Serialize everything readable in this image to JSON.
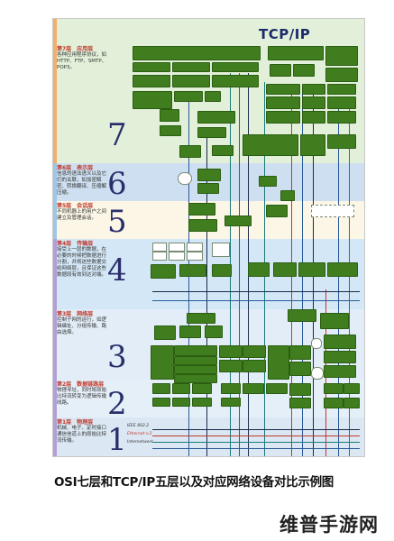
{
  "diagram": {
    "title": "TCP/IP",
    "layers": [
      {
        "id": "l7",
        "label": "第7层　应用层",
        "desc": "各种应用程序协议，如HTTP、FTP、SMTP、POP3。",
        "num": "7",
        "color": "#dbeed2"
      },
      {
        "id": "l6",
        "label": "第6层　表示层",
        "desc": "信息的语法语义以及它们的关联，如加密解密、转换翻译、压缩解压缩。",
        "num": "6",
        "color": "#cfe0ef"
      },
      {
        "id": "l5",
        "label": "第5层　会话层",
        "desc": "不同机器上的用户之间建立及管理会话。",
        "num": "5",
        "color": "#fdf7e4"
      },
      {
        "id": "l4",
        "label": "第4层　传输层",
        "desc": "接受上一层的数据，在必要的时候把数据进行分割，并将这些数据交给网络层，且保证这些数据段有效到达对端。",
        "num": "4",
        "color": "#d6e9f5"
      },
      {
        "id": "l3",
        "label": "第3层　网络层",
        "desc": "控制子网的运行，如逻辑编址、分组传输、路由选择。",
        "num": "3",
        "color": "#e1ecf6"
      },
      {
        "id": "l2",
        "label": "第2层　数据链路层",
        "desc": "物理寻址，同时将原始比特流转变为逻辑传输线路。",
        "num": "2",
        "color": "#e3eef7"
      },
      {
        "id": "l1",
        "label": "第1层　物理层",
        "desc": "机械、电子、定时接口通信信道上的原始比特流传输。",
        "num": "1",
        "color": "#dde9f4"
      }
    ],
    "bottom_labels": [
      "IEEE 802.2",
      "Ethernet v.2",
      "Internetwork"
    ]
  },
  "caption": "OSI七层和TCP/IP五层以及对应网络设备对比示例图",
  "watermark": "维普手游网",
  "colors": {
    "green_box": "#3f7d1e",
    "red_line": "#c0392b",
    "blue_line": "#2a5a9a",
    "dark_line": "#1a2a4a",
    "teal_line": "#1b7a7a"
  }
}
